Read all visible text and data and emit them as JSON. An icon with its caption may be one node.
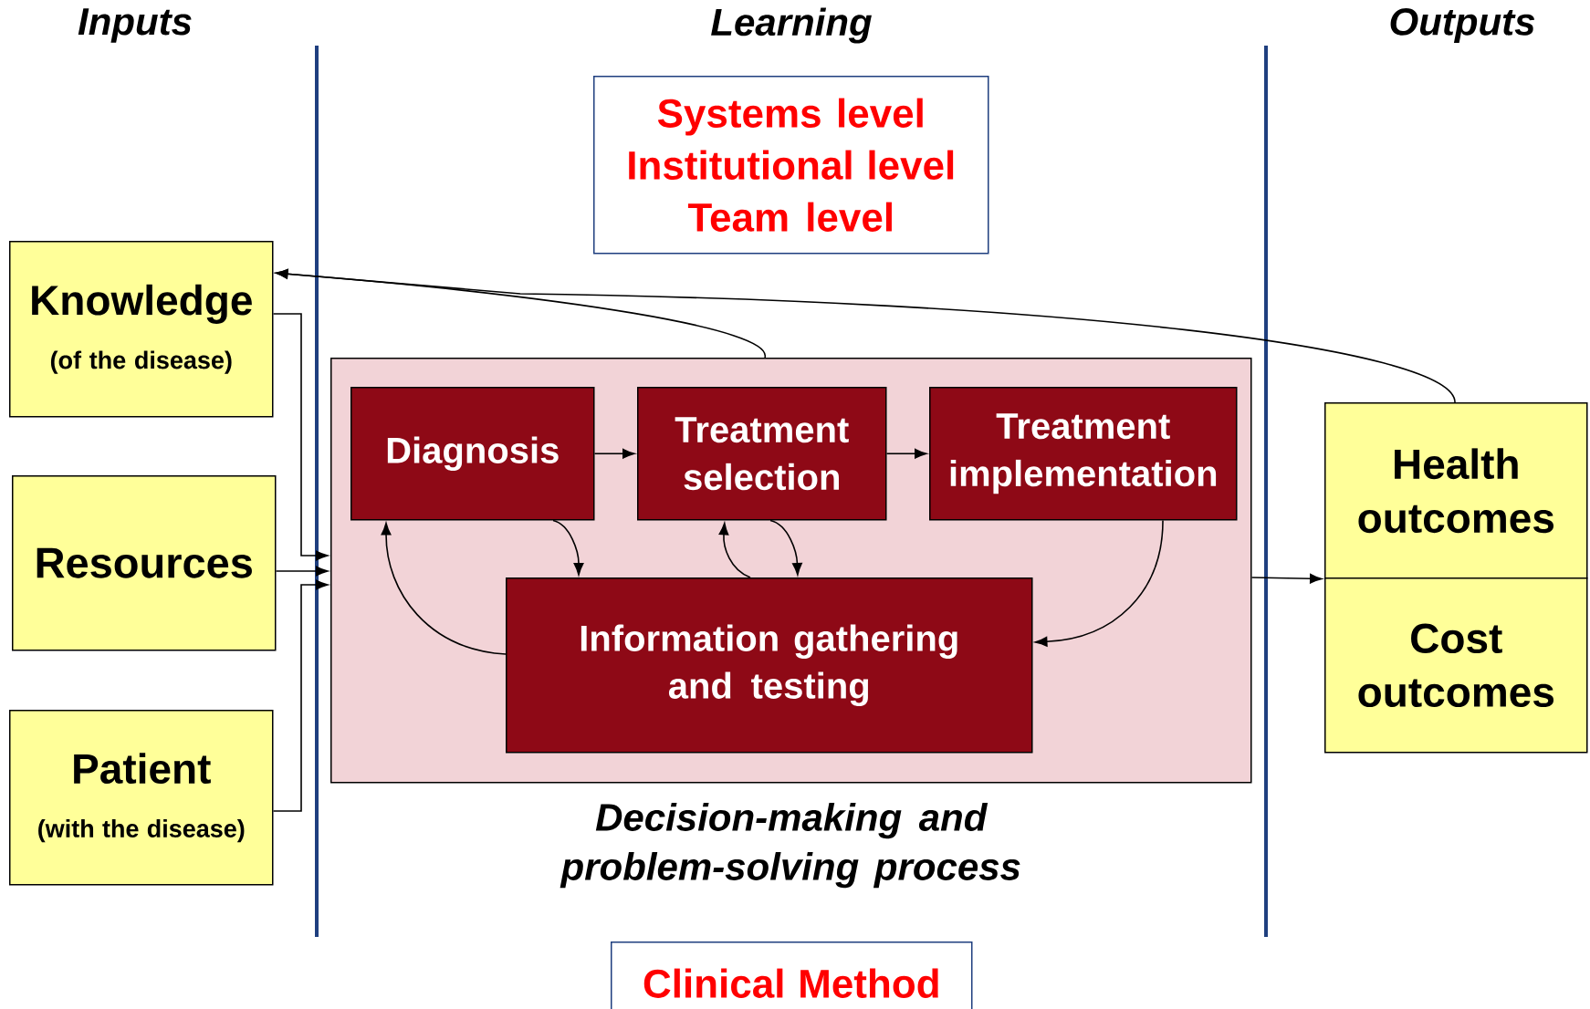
{
  "diagram": {
    "nodes": [
      {
        "text": [
          "Knowledge",
          "(of the disease)"
        ]
      },
      {
        "text": [
          "Resources"
        ]
      },
      {
        "text": [
          "Patient",
          "(with the disease)"
        ]
      },
      {
        "text": [
          "Systems level",
          "Institutional level",
          "Team level"
        ]
      },
      {
        "text": [
          "Decision-making and problem-solving process"
        ]
      },
      {
        "text": [
          "Diagnosis"
        ],
        "in": 4
      },
      {
        "text": [
          "Treatment selection"
        ],
        "in": 4
      },
      {
        "text": [
          "Treatment implementation"
        ],
        "in": 4
      },
      {
        "text": [
          "Information gathering and testing"
        ],
        "in": 4
      },
      {
        "text": [
          "Health outcomes"
        ]
      },
      {
        "text": [
          "Cost outcomes"
        ]
      },
      {
        "text": [
          "Clinical Method"
        ]
      }
    ],
    "edges": [
      {
        "from": 0,
        "to": 4,
        "arrow": "to"
      },
      {
        "from": 1,
        "to": 4,
        "arrow": "to"
      },
      {
        "from": 2,
        "to": 4,
        "arrow": "to"
      },
      {
        "from": 5,
        "to": 6,
        "arrow": "to"
      },
      {
        "from": 6,
        "to": 7,
        "arrow": "to"
      },
      {
        "from": 5,
        "to": 8,
        "arrow": "to"
      },
      {
        "from": 8,
        "to": 5,
        "arrow": "to"
      },
      {
        "from": 6,
        "to": 8,
        "arrow": "to"
      },
      {
        "from": 8,
        "to": 6,
        "arrow": "to"
      },
      {
        "from": 7,
        "to": 8,
        "arrow": "to"
      },
      {
        "from": 4,
        "to": 9,
        "arrow": "to"
      },
      {
        "from": 4,
        "to": 0,
        "arrow": "to"
      },
      {
        "from": 9,
        "to": 0,
        "arrow": "to"
      }
    ],
    "labels": [
      "Inputs",
      "Learning",
      "Outputs"
    ]
  }
}
